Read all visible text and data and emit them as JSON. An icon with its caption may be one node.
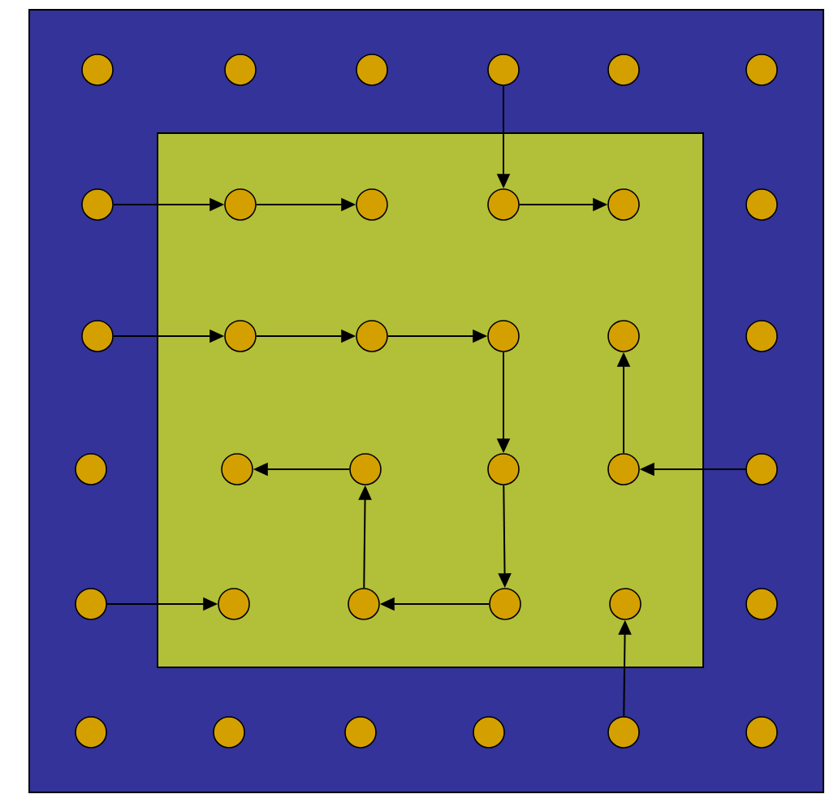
{
  "diagram": {
    "nodes": [
      {
        "text": [],
        "shape": "circle"
      },
      {
        "text": [],
        "shape": "circle"
      },
      {
        "text": [],
        "shape": "circle"
      },
      {
        "text": [],
        "shape": "circle"
      },
      {
        "text": [],
        "shape": "circle"
      },
      {
        "text": [],
        "shape": "circle"
      },
      {
        "text": [],
        "shape": "circle"
      },
      {
        "text": [],
        "shape": "circle"
      },
      {
        "text": [],
        "shape": "circle"
      },
      {
        "text": [],
        "shape": "circle"
      },
      {
        "text": [],
        "shape": "circle"
      },
      {
        "text": [],
        "shape": "circle"
      },
      {
        "text": [],
        "shape": "circle"
      },
      {
        "text": [],
        "shape": "circle"
      },
      {
        "text": [],
        "shape": "circle"
      },
      {
        "text": [],
        "shape": "circle"
      },
      {
        "text": [],
        "shape": "circle"
      },
      {
        "text": [],
        "shape": "circle"
      },
      {
        "text": [],
        "shape": "circle"
      },
      {
        "text": [],
        "shape": "circle"
      },
      {
        "text": [],
        "shape": "circle"
      },
      {
        "text": [],
        "shape": "circle"
      },
      {
        "text": [],
        "shape": "circle"
      },
      {
        "text": [],
        "shape": "circle"
      },
      {
        "text": [],
        "shape": "circle"
      },
      {
        "text": [],
        "shape": "circle"
      },
      {
        "text": [],
        "shape": "circle"
      },
      {
        "text": [],
        "shape": "circle"
      },
      {
        "text": [],
        "shape": "circle"
      },
      {
        "text": [],
        "shape": "circle"
      },
      {
        "text": [],
        "shape": "circle"
      },
      {
        "text": [],
        "shape": "circle"
      },
      {
        "text": [],
        "shape": "circle"
      },
      {
        "text": [],
        "shape": "circle"
      },
      {
        "text": [],
        "shape": "circle"
      },
      {
        "text": [],
        "shape": "circle"
      }
    ],
    "edges": [
      {
        "from": 3,
        "to": 9,
        "arrow": "to"
      },
      {
        "from": 6,
        "to": 7,
        "arrow": "to"
      },
      {
        "from": 7,
        "to": 8,
        "arrow": "to"
      },
      {
        "from": 9,
        "to": 10,
        "arrow": "to"
      },
      {
        "from": 12,
        "to": 13,
        "arrow": "to"
      },
      {
        "from": 13,
        "to": 14,
        "arrow": "to"
      },
      {
        "from": 14,
        "to": 15,
        "arrow": "to"
      },
      {
        "from": 15,
        "to": 21,
        "arrow": "to"
      },
      {
        "from": 21,
        "to": 27,
        "arrow": "to"
      },
      {
        "from": 27,
        "to": 26,
        "arrow": "to"
      },
      {
        "from": 26,
        "to": 20,
        "arrow": "to"
      },
      {
        "from": 20,
        "to": 19,
        "arrow": "to"
      },
      {
        "from": 23,
        "to": 22,
        "arrow": "to"
      },
      {
        "from": 22,
        "to": 16,
        "arrow": "to"
      },
      {
        "from": 24,
        "to": 25,
        "arrow": "to"
      },
      {
        "from": 34,
        "to": 28,
        "arrow": "to"
      }
    ]
  }
}
